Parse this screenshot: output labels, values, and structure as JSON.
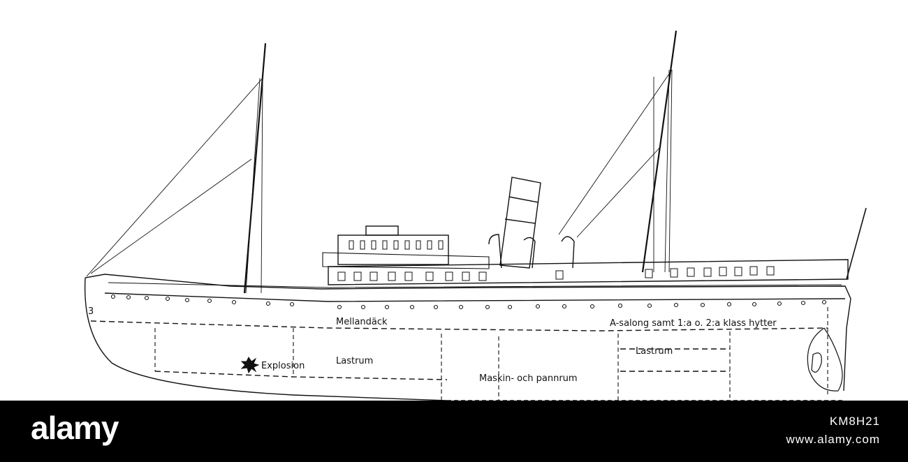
{
  "labels": {
    "mellandack": "Mellandäck",
    "salong": "A-salong samt 1:a o. 2:a klass hytter",
    "explosion": "Explosion",
    "lastrum_fore": "Lastrum",
    "maskin": "Maskin- och pannrum",
    "lastrum_aft": "Lastrum",
    "bow_mark": "3"
  },
  "footer": {
    "brand": "alamy",
    "image_id": "KM8H21",
    "site": "www.alamy.com"
  },
  "colors": {
    "ink": "#111111",
    "paper": "#ffffff",
    "bar": "#000000"
  }
}
